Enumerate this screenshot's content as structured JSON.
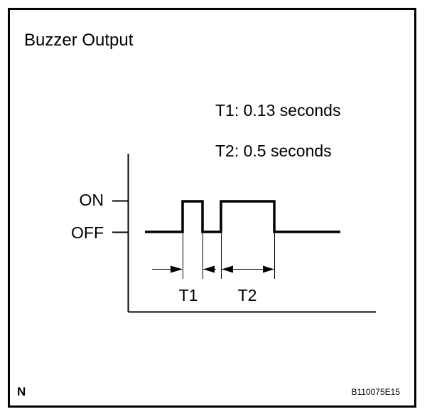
{
  "title": "Buzzer Output",
  "notes": {
    "t1": "T1: 0.13 seconds",
    "t2": "T2: 0.5 seconds"
  },
  "levels": {
    "on": "ON",
    "off": "OFF"
  },
  "intervals": {
    "t1": "T1",
    "t2": "T2"
  },
  "corner": {
    "left": "N",
    "right": "B110075E15"
  },
  "colors": {
    "line": "#000000",
    "background": "#ffffff"
  }
}
